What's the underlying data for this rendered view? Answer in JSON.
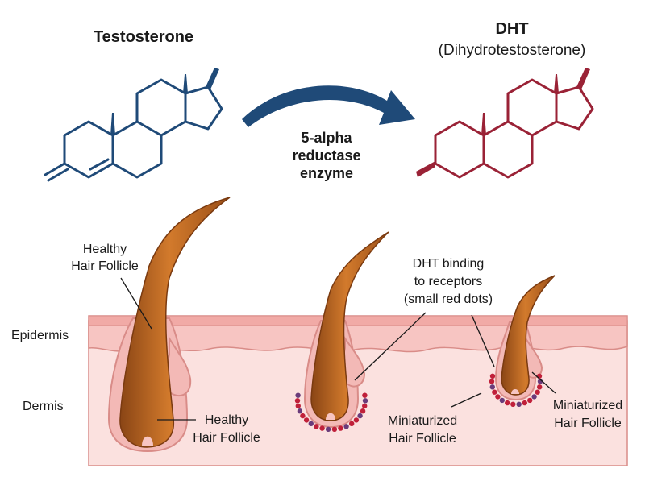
{
  "molecules": {
    "left": {
      "name": "Testosterone",
      "color": "#1f4a78"
    },
    "right": {
      "name": "DHT",
      "full_name": "(Dihydrotestosterone)",
      "color": "#9a2236"
    }
  },
  "conversion": {
    "arrow_color": "#1f4a78",
    "label_lines": [
      "5-alpha",
      "reductase",
      "enzyme"
    ]
  },
  "skin": {
    "layers": [
      "Epidermis",
      "Dermis"
    ],
    "colors": {
      "epidermis": "#f7c5c2",
      "dermis": "#fbe1df",
      "outline": "#d98c88",
      "hair": "#b8621e"
    }
  },
  "labels": {
    "healthy_top": [
      "Healthy",
      "Hair Follicle"
    ],
    "healthy_bottom": [
      "Healthy",
      "Hair Follicle"
    ],
    "dht_binding": [
      "DHT binding",
      "to receptors",
      "(small red dots)"
    ],
    "mini_middle": [
      "Miniaturized",
      "Hair Follicle"
    ],
    "mini_right": [
      "Miniaturized",
      "Hair Follicle"
    ]
  },
  "receptor_dot_color": "#c0203a",
  "receptor_core_color": "#6a3b7a"
}
